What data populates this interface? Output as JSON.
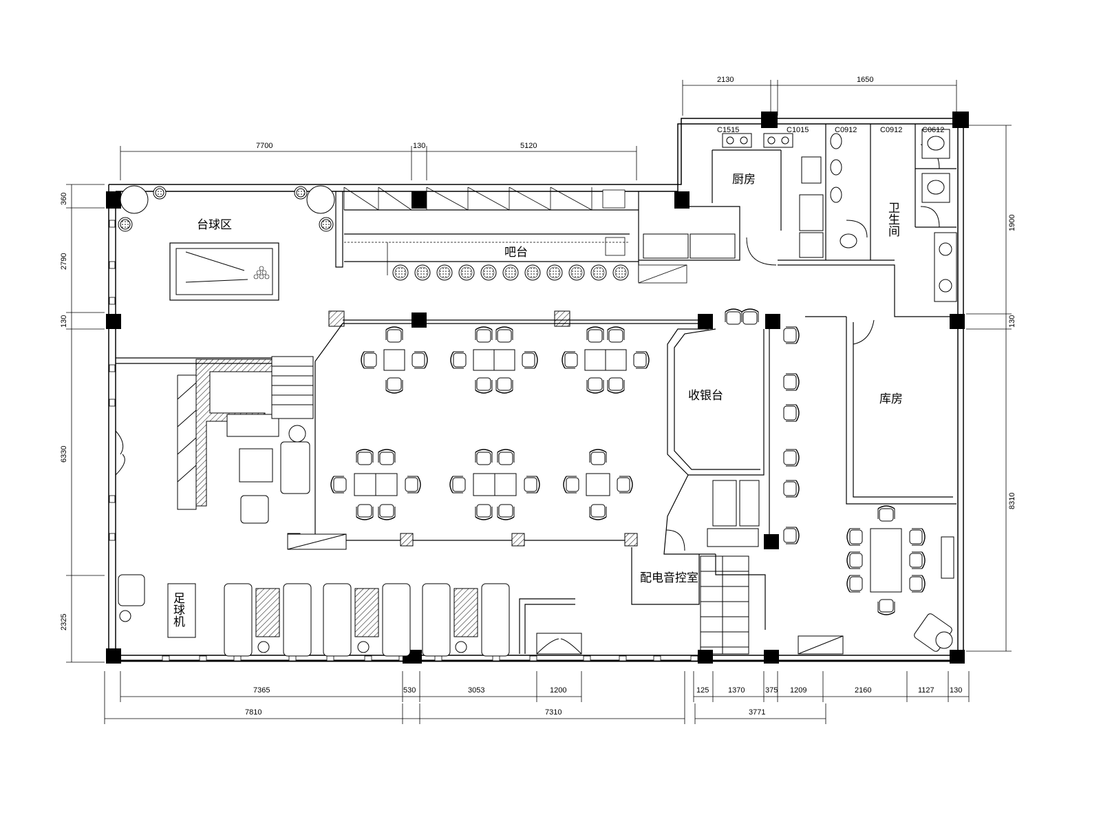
{
  "rooms": {
    "billiards": "台球区",
    "bar": "吧台",
    "kitchen": "厨房",
    "toilet": "卫生间",
    "cashier": "收银台",
    "storage": "库房",
    "control_room": "配电音控室",
    "foosball": "足球机"
  },
  "windows": {
    "c1515": "C1515",
    "c1015": "C1015",
    "c0912_a": "C0912",
    "c0912_b": "C0912",
    "c0612": "C0612"
  },
  "dims_top": {
    "d7700": "7700",
    "d130a": "130",
    "d5120": "5120",
    "d2130": "2130",
    "d1650": "1650"
  },
  "dims_left": {
    "d360": "360",
    "d2790": "2790",
    "d130": "130",
    "d6330": "6330",
    "d2325": "2325"
  },
  "dims_right": {
    "d1900": "1900",
    "d130": "130",
    "d8310": "8310"
  },
  "dims_bottom": {
    "d7365": "7365",
    "d530": "530",
    "d3053": "3053",
    "d1200": "1200",
    "d125": "125",
    "d1370": "1370",
    "d375": "375",
    "d1209": "1209",
    "d2160": "2160",
    "d1127": "1127",
    "d130": "130",
    "d7810": "7810",
    "d7310": "7310",
    "d3771": "3771"
  }
}
